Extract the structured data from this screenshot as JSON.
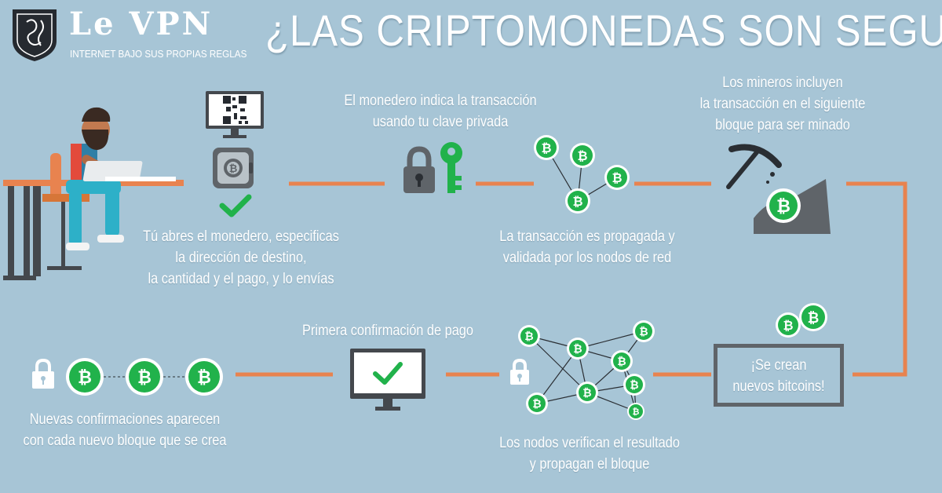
{
  "header": {
    "brand_name": "Le VPN",
    "tagline": "Internet bajo sus propias reglas",
    "title": "¿LAS CRIPTOMONEDAS SON SEGURAS?"
  },
  "steps": {
    "open_wallet": "Tú abres el monedero, especificas\nla dirección de destino,\nla cantidad y el pago, y lo envías",
    "sign": "El monedero indica la transacción\nusando tu clave privada",
    "propagate": "La transacción es propagada y\nvalidada por los nodos de red",
    "mine": "Los mineros incluyen\nla transacción en el siguiente\nbloque para ser minado",
    "new_bitcoins": "¡Se crean\nnuevos bitcoins!",
    "verify": "Los nodos verifican el resultado\ny propagan el bloque",
    "first_confirmation": "Primera confirmación de pago",
    "more_confirmations": "Nuevas confirmaciones aparecen\ncon cada nuevo bloque que se crea"
  },
  "icons": {
    "coin": "bitcoin-icon",
    "lock": "padlock-icon",
    "key": "key-icon",
    "check": "checkmark-icon",
    "pickaxe": "pickaxe-icon",
    "monitor": "monitor-icon",
    "safe": "wallet-safe-icon",
    "qr": "qr-code-icon"
  },
  "colors": {
    "background": "#a7c5d6",
    "connector": "#e8834f",
    "coin": "#21b24b",
    "dark": "#5f6469",
    "white": "#ffffff"
  }
}
